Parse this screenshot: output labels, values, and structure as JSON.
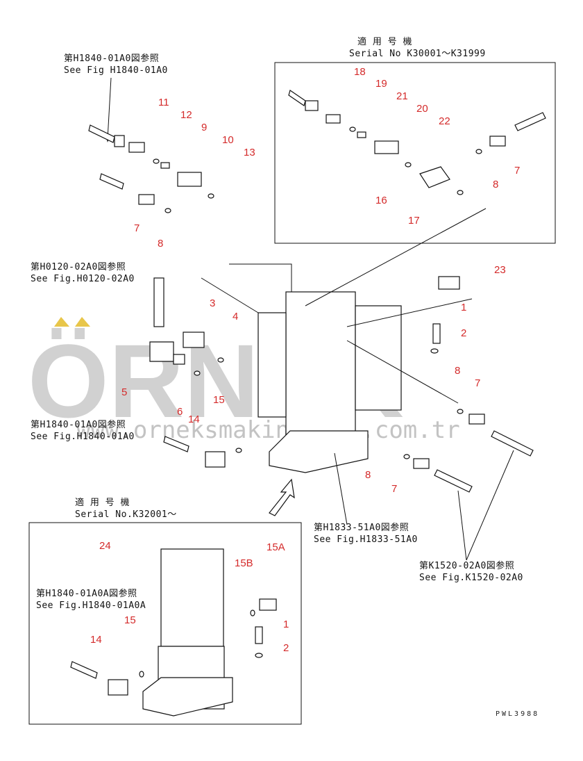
{
  "references": {
    "top_left_jp": "第H1840-01A0図参照",
    "top_left_en": "See Fig H1840-01A0",
    "serial_top_jp": "適 用 号 機",
    "serial_top_en": "Serial No K30001～K31999",
    "mid_left_jp": "第H0120-02A0図参照",
    "mid_left_en": "See Fig.H0120-02A0",
    "low_left_jp": "第H1840-01A0図参照",
    "low_left_en": "See Fig.H1840-01A0",
    "serial_bottom_jp": "適 用 号 機",
    "serial_bottom_en": "Serial No.K32001～",
    "bottom_ref_jp": "第H1840-01A0A図参照",
    "bottom_ref_en": "See Fig.H1840-01A0A",
    "center_ref_jp": "第H1833-51A0図参照",
    "center_ref_en": "See Fig.H1833-51A0",
    "right_ref_jp": "第K1520-02A0図参照",
    "right_ref_en": "See Fig.K1520-02A0"
  },
  "part_numbers": {
    "p11": "11",
    "p12": "12",
    "p9": "9",
    "p10": "10",
    "p13": "13",
    "p7a": "7",
    "p8a": "8",
    "p18": "18",
    "p19": "19",
    "p21": "21",
    "p20": "20",
    "p22": "22",
    "p7b": "7",
    "p8b": "8",
    "p16": "16",
    "p17": "17",
    "p23": "23",
    "p3": "3",
    "p4": "4",
    "p1": "1",
    "p2": "2",
    "p5": "5",
    "p6": "6",
    "p15": "15",
    "p14": "14",
    "p8c": "8",
    "p7c": "7",
    "p8d": "8",
    "p7d": "7",
    "p24": "24",
    "p15b": "15B",
    "p15a": "15A",
    "p15c": "15",
    "p14b": "14",
    "p1b": "1",
    "p2b": "2"
  },
  "watermark": {
    "brand": "ÖRNEK",
    "url": "www.orneksmakinalari.com.tr"
  },
  "drawing_code": "PWL3988"
}
